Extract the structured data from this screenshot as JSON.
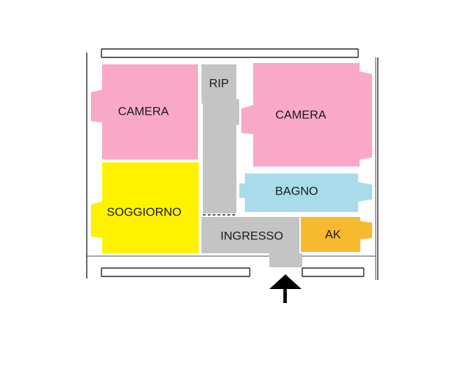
{
  "rooms": {
    "camera_left": {
      "label": "CAMERA",
      "color": "#F9A8C8"
    },
    "rip": {
      "label": "RIP",
      "color": "#C4C4C4"
    },
    "camera_right": {
      "label": "CAMERA",
      "color": "#F9A8C8"
    },
    "bagno": {
      "label": "BAGNO",
      "color": "#A8DCEA"
    },
    "soggiorno": {
      "label": "SOGGIORNO",
      "color": "#FFF200"
    },
    "ingresso": {
      "label": "INGRESSO",
      "color": "#C4C4C4"
    },
    "ak": {
      "label": "AK",
      "color": "#F7B92E"
    }
  },
  "entrance_arrow": {
    "icon": "arrow-up-icon",
    "color": "#000000"
  }
}
